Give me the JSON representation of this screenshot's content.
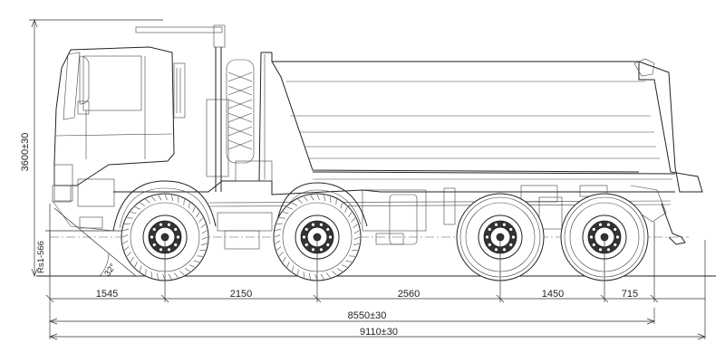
{
  "dimensions": {
    "overall_height": "3600±30",
    "ground_clearance": "Rs1-566",
    "approach_angle": "32°",
    "front_overhang": "1545",
    "wheelbase_1_2": "2150",
    "wheelbase_2_3": "2560",
    "wheelbase_3_4": "1450",
    "rear_overhang": "715",
    "chassis_length": "8550±30",
    "overall_length": "9110±30"
  }
}
